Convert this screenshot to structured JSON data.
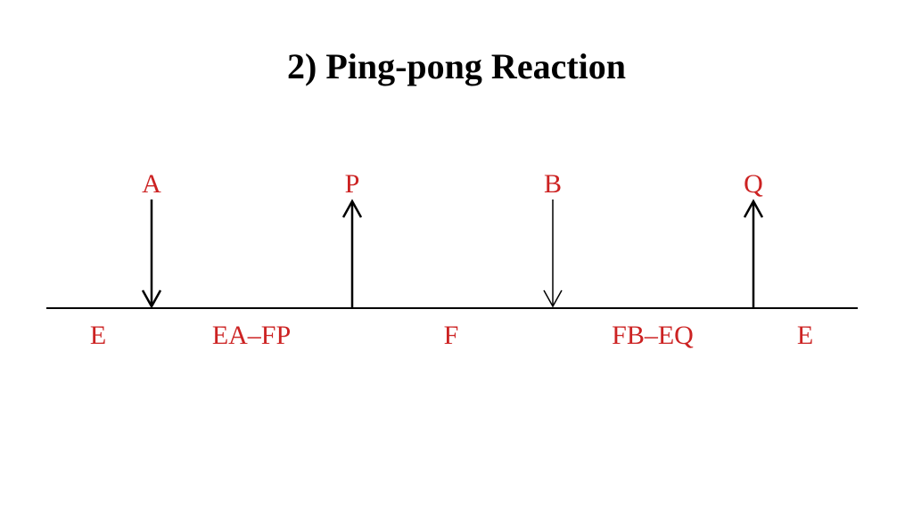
{
  "title": "2) Ping-pong Reaction",
  "colors": {
    "label": "#cc2222",
    "line": "#000000"
  },
  "substrates_products": [
    {
      "label": "A",
      "direction": "in"
    },
    {
      "label": "P",
      "direction": "out"
    },
    {
      "label": "B",
      "direction": "in"
    },
    {
      "label": "Q",
      "direction": "out"
    }
  ],
  "enzyme_forms": [
    "E",
    "EA–FP",
    "F",
    "FB–EQ",
    "E"
  ]
}
